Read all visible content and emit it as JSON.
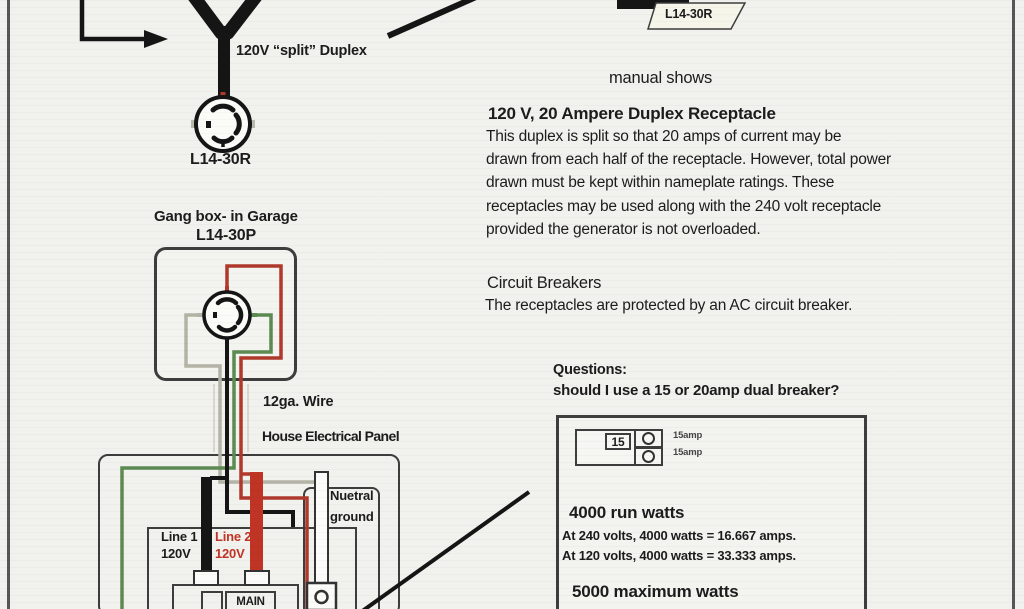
{
  "colors": {
    "background": "#f1f1ee",
    "ink": "#1c1c1c",
    "wire_red": "#b0392c",
    "wire_green": "#5d8a52",
    "wire_gray": "#b3b3a6",
    "bus_red": "#c03425",
    "frame": "#565656"
  },
  "generator": {
    "split_label": "120V “split” Duplex",
    "receptacle_label": "L14-30R"
  },
  "top_right": {
    "connector_label": "L14-30R",
    "caption": "manual shows"
  },
  "receptacle_info": {
    "title": "120 V, 20 Ampere Duplex Receptacle",
    "lines": [
      "This duplex is split so that 20 amps of current may be",
      "drawn from each half of the receptacle. However, total power",
      "drawn must be kept within nameplate ratings. These",
      "receptacles may be used along with the 240 volt receptacle",
      "provided the generator is not overloaded."
    ]
  },
  "circuit_breakers": {
    "title": "Circuit Breakers",
    "body": "The receptacles are protected by an AC circuit breaker."
  },
  "questions": {
    "label": "Questions:",
    "question": "should I use a 15 or 20amp dual breaker?"
  },
  "calc_box": {
    "breaker_value": "15",
    "breaker_labels": [
      "15amp",
      "15amp"
    ],
    "run_watts_title": "4000 run watts",
    "calc_lines": [
      "At 240 volts, 4000 watts = 16.667 amps.",
      "At 120 volts, 4000 watts = 33.333 amps."
    ],
    "max_watts_title": "5000 maximum watts"
  },
  "gang_box": {
    "title": "Gang box- in Garage",
    "connector_label": "L14-30P"
  },
  "panel": {
    "wire_gauge": "12ga. Wire",
    "label": "House Electrical Panel",
    "line1": "Line 1",
    "line1_voltage": "120V",
    "line2": "Line 2",
    "line2_voltage": "120V",
    "neutral_word1": "Nuetral",
    "neutral_word2": "ground",
    "main_label": "MAIN"
  }
}
